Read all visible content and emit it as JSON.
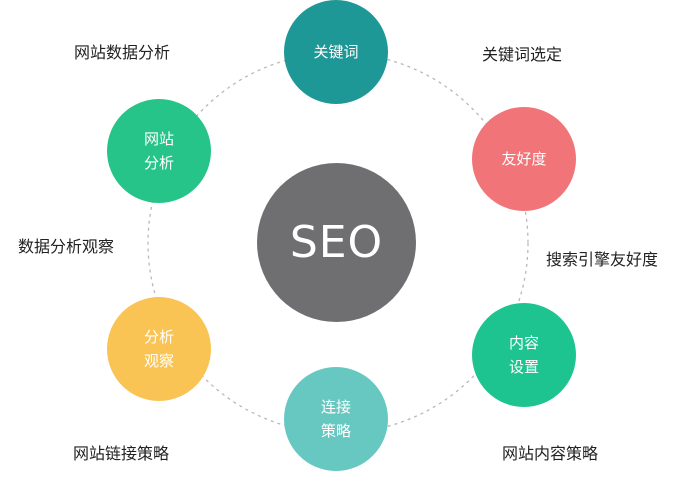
{
  "center": {
    "label": "SEO",
    "color": "#6f6f71"
  },
  "nodes": [
    {
      "id": "keyword",
      "label": "关键词",
      "color": "#1e9896"
    },
    {
      "id": "friendly",
      "label": "友好度",
      "color": "#f07478"
    },
    {
      "id": "content",
      "label": "内容\n设置",
      "color": "#1ec48f"
    },
    {
      "id": "link",
      "label": "连接\n策略",
      "color": "#67c8c2"
    },
    {
      "id": "observe",
      "label": "分析\n观察",
      "color": "#f9c454"
    },
    {
      "id": "analysis",
      "label": "网站\n分析",
      "color": "#26c489"
    }
  ],
  "outer_labels": {
    "site_data_analysis": "网站数据分析",
    "keyword_selection": "关键词选定",
    "data_analysis_observation": "数据分析观察",
    "search_engine_friendliness": "搜索引擎友好度",
    "site_link_strategy": "网站链接策略",
    "site_content_strategy": "网站内容策略"
  },
  "ring": {
    "stroke_color": "#b8b8b8"
  }
}
